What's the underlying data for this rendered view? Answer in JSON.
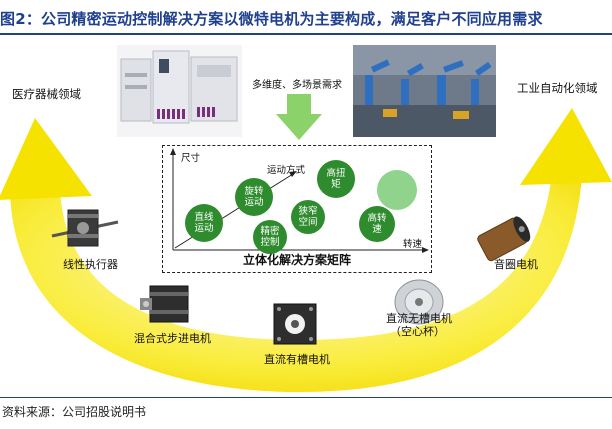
{
  "header": {
    "title": "图2：公司精密运动控制解决方案以微特电机为主要构成，满足客户不同应用需求"
  },
  "top": {
    "left_label": "医疗器械领域",
    "right_label": "工业自动化领域",
    "center_label": "多维度、多场景需求"
  },
  "matrix": {
    "title": "立体化解决方案矩阵",
    "y_axis": "尺寸",
    "x_axis": "转速",
    "motion_label": "运动方式",
    "circles": [
      {
        "text": "直线运动"
      },
      {
        "text": "旋转运动"
      },
      {
        "text": "精密控制"
      },
      {
        "text": "狭窄空间"
      },
      {
        "text": "高扭矩"
      },
      {
        "text": "高转速"
      },
      {
        "text": ""
      }
    ]
  },
  "products": {
    "linear": "线性执行器",
    "hybrid": "混合式步进电机",
    "dc_slotted": "直流有槽电机",
    "bldc_line1": "直流无槽电机",
    "bldc_line2": "（空心杯）",
    "voice_coil": "音圈电机"
  },
  "footer": {
    "source": "资料来源：公司招股说明书"
  },
  "colors": {
    "accent": "#1f3f8f",
    "arc_yellow": "#f7e000",
    "green_dark": "#2e8b2e",
    "green_light": "#8fd38c",
    "arrow_green": "#8bd26a"
  }
}
